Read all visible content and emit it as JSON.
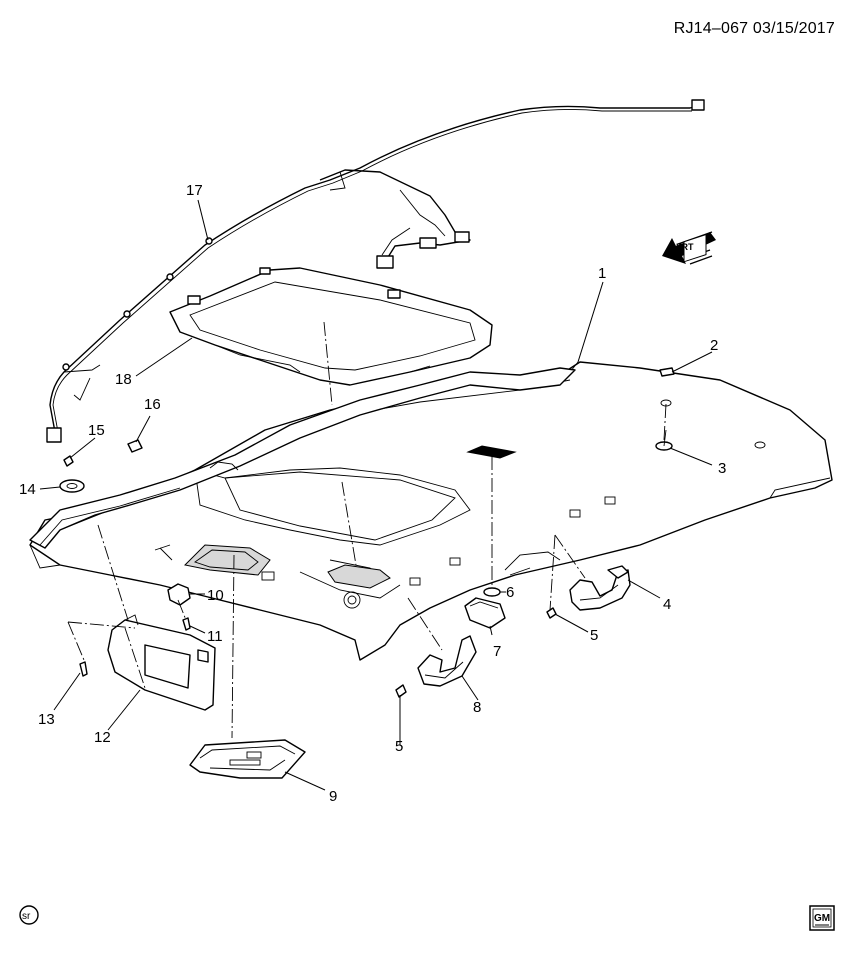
{
  "header": {
    "reference": "RJ14–067  03/15/2017"
  },
  "callouts": [
    {
      "id": "c1",
      "label": "1"
    },
    {
      "id": "c2",
      "label": "2"
    },
    {
      "id": "c3",
      "label": "3"
    },
    {
      "id": "c4",
      "label": "4"
    },
    {
      "id": "c5a",
      "label": "5"
    },
    {
      "id": "c5b",
      "label": "5"
    },
    {
      "id": "c6",
      "label": "6"
    },
    {
      "id": "c7",
      "label": "7"
    },
    {
      "id": "c8",
      "label": "8"
    },
    {
      "id": "c9",
      "label": "9"
    },
    {
      "id": "c10",
      "label": "10"
    },
    {
      "id": "c11",
      "label": "11"
    },
    {
      "id": "c12",
      "label": "12"
    },
    {
      "id": "c13",
      "label": "13"
    },
    {
      "id": "c14",
      "label": "14"
    },
    {
      "id": "c15",
      "label": "15"
    },
    {
      "id": "c16",
      "label": "16"
    },
    {
      "id": "c17",
      "label": "17"
    },
    {
      "id": "c18",
      "label": "18"
    }
  ],
  "marks": {
    "front_arrow": "FRT",
    "corner_symbol": "sr",
    "brand_logo": "GM"
  },
  "icons": [
    "front-direction-arrow-icon",
    "sr-circle-icon",
    "gm-logo-icon"
  ]
}
